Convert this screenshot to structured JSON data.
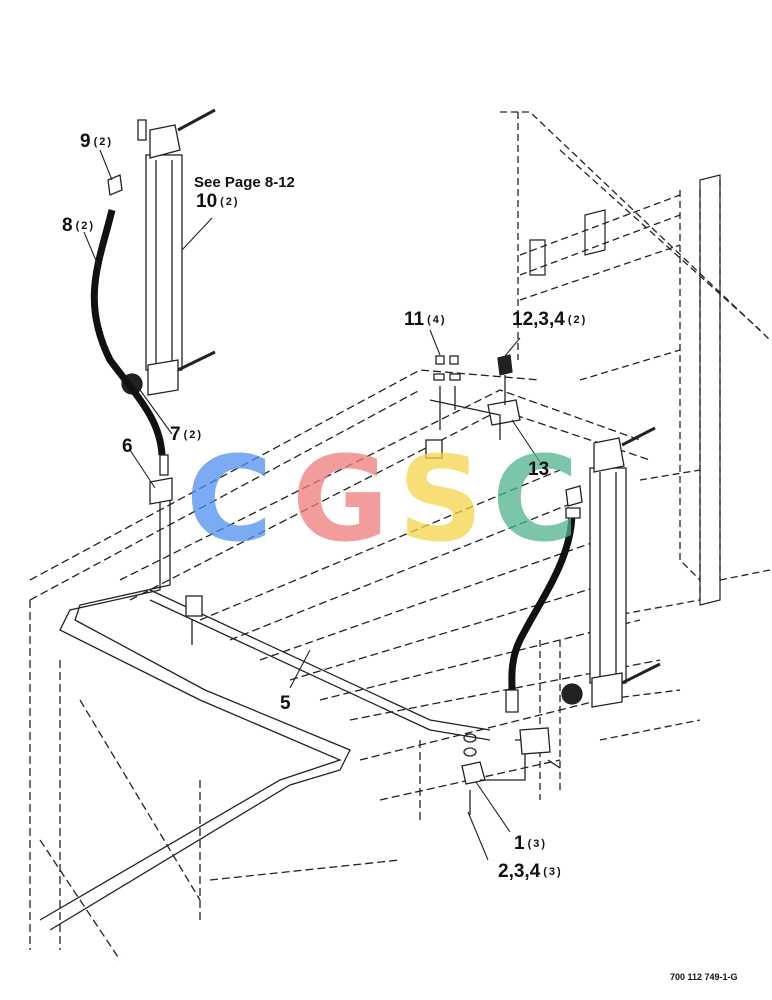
{
  "labels": {
    "l1": {
      "num": "1",
      "qty": "(3)"
    },
    "l2": {
      "num": "2,3,4",
      "qty": "(3)"
    },
    "l5": {
      "num": "5",
      "qty": ""
    },
    "l6": {
      "num": "6",
      "qty": ""
    },
    "l7": {
      "num": "7",
      "qty": "(2)"
    },
    "l8": {
      "num": "8",
      "qty": "(2)"
    },
    "l9": {
      "num": "9",
      "qty": "(2)"
    },
    "l10": {
      "num": "10",
      "qty": "(2)"
    },
    "l11": {
      "num": "11",
      "qty": "(4)"
    },
    "l12": {
      "num": "12,3,4",
      "qty": "(2)"
    },
    "l13": {
      "num": "13",
      "qty": ""
    }
  },
  "note": "See Page 8-12",
  "drawing_number": "700 112 749-1-G",
  "watermark": {
    "letters": [
      "C",
      "G",
      "S",
      "C"
    ],
    "colors": [
      "#4f8ff0",
      "#f07b7b",
      "#f5d44a",
      "#4fb38c"
    ]
  }
}
